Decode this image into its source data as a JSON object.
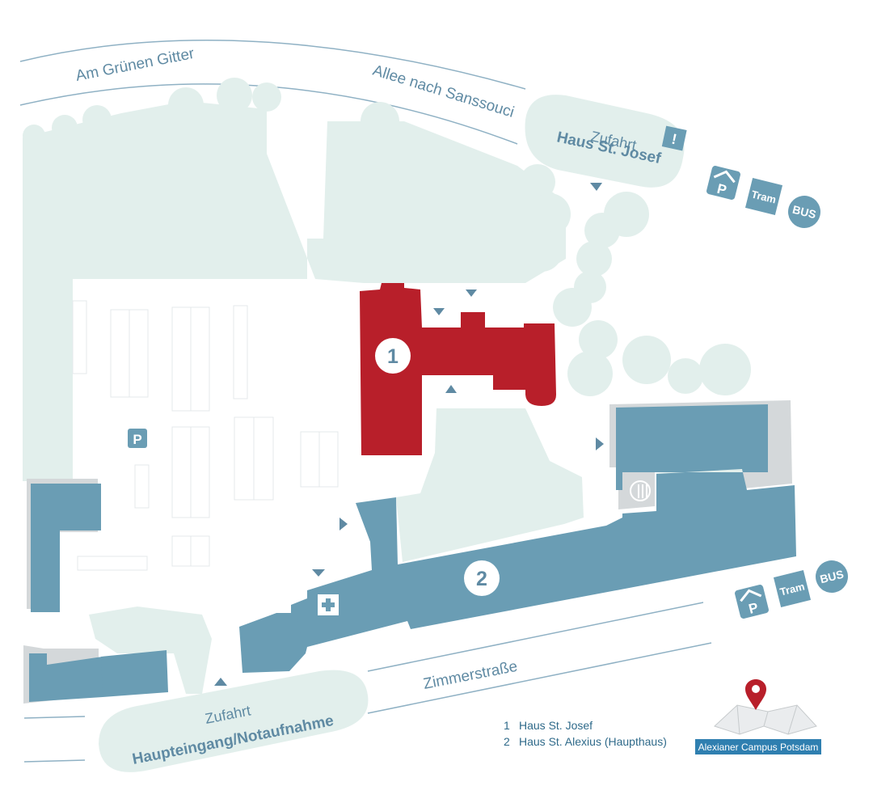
{
  "streets": {
    "am_gruenen_gitter": "Am Grünen Gitter",
    "allee_nach_sanssouci": "Allee nach Sanssouci",
    "zimmerstrasse": "Zimmerstraße"
  },
  "access_josef": {
    "small": "Zufahrt",
    "big": "Haus St. Josef",
    "badge": "!"
  },
  "access_main": {
    "small": "Zufahrt",
    "big": "Haupteingang/Notaufnahme"
  },
  "buildings": [
    {
      "number": "1",
      "name": "Haus St. Josef"
    },
    {
      "number": "2",
      "name": "Haus St. Alexius (Haupthaus)"
    }
  ],
  "transport": {
    "parking": "P",
    "tram": "Tram",
    "bus": "BUS"
  },
  "parking_lot_label": "P",
  "campus_label": "Alexianer Campus Potsdam",
  "colors": {
    "highlight_building": "#b81f2a",
    "building": "#6a9db4",
    "green_area": "#e2efec",
    "icon": "#5f8aa3"
  }
}
